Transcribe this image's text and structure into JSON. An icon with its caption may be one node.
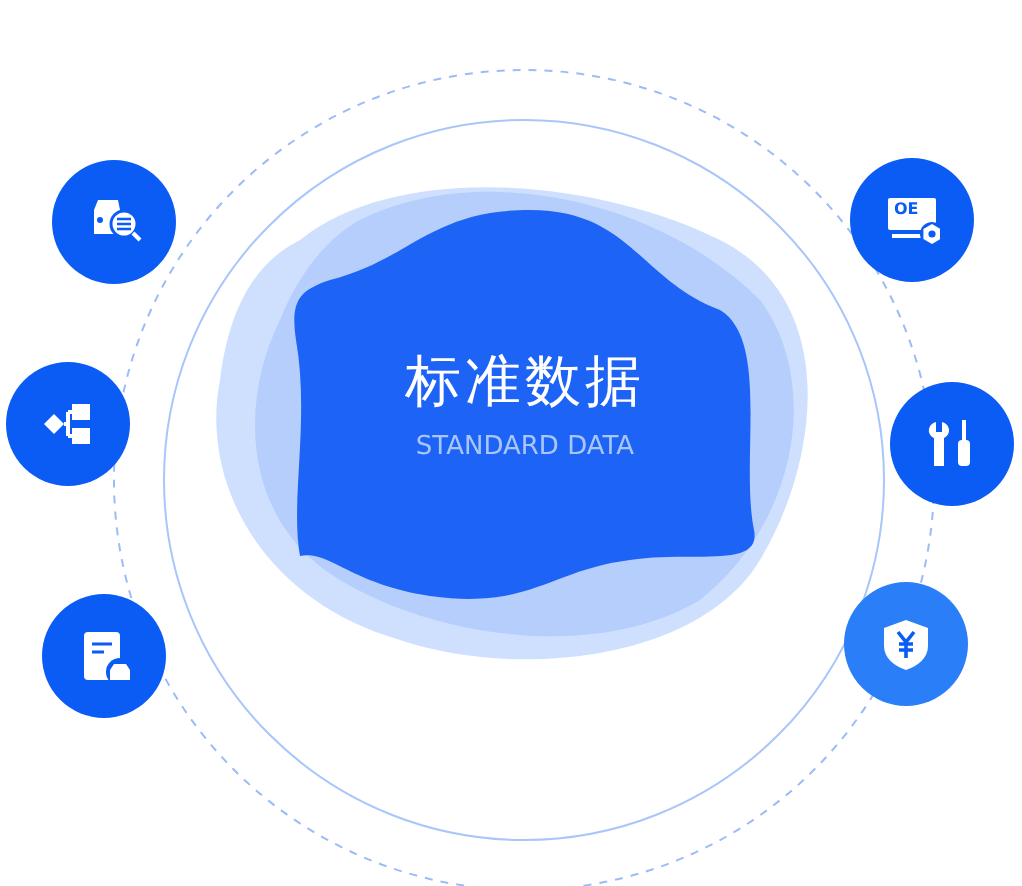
{
  "diagram": {
    "nodes": [
      {
        "text": [
          "标准数据",
          "STANDARD DATA"
        ]
      },
      {
        "text": [],
        "shape": "circle"
      },
      {
        "text": [],
        "shape": "circle"
      },
      {
        "text": [],
        "shape": "circle"
      },
      {
        "text": [
          "OE"
        ]
      },
      {
        "text": [],
        "shape": "circle"
      },
      {
        "text": [],
        "shape": "circle"
      }
    ],
    "edges": []
  }
}
